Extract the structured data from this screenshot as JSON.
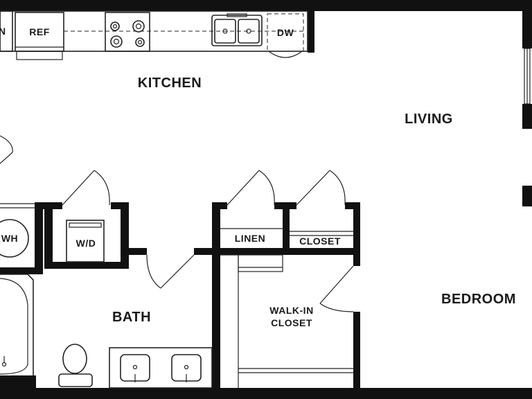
{
  "rooms": {
    "kitchen": "KITCHEN",
    "living": "LIVING",
    "bedroom": "BEDROOM",
    "bath": "BATH",
    "walk_in_closet_line1": "WALK-IN",
    "walk_in_closet_line2": "CLOSET"
  },
  "fixtures": {
    "pantry_partial": "N",
    "ref": "REF",
    "dw": "DW",
    "wh": "WH",
    "wd": "W/D",
    "linen": "LINEN",
    "closet": "CLOSET"
  }
}
